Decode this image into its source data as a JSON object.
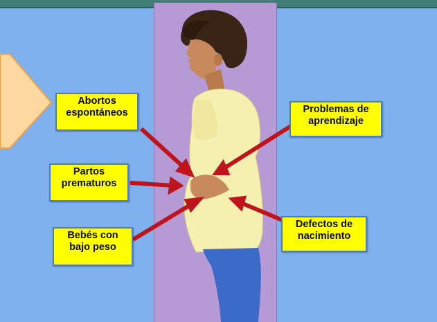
{
  "labels": {
    "abortos": {
      "line1": "Abortos",
      "line2": "espontáneos"
    },
    "partos": {
      "line1": "Partos",
      "line2": "prematuros"
    },
    "bebes": {
      "line1": "Bebés con",
      "line2": "bajo peso"
    },
    "problemas": {
      "line1": "Problemas de",
      "line2": "aprendizaje"
    },
    "defectos": {
      "line1": "Defectos de",
      "line2": "nacimiento"
    }
  },
  "colors": {
    "background": "#7fb1ee",
    "label_fill": "#ffff00",
    "label_border": "#4a7fc7",
    "arrow": "#c0141c",
    "panel": "#b69ad6"
  }
}
